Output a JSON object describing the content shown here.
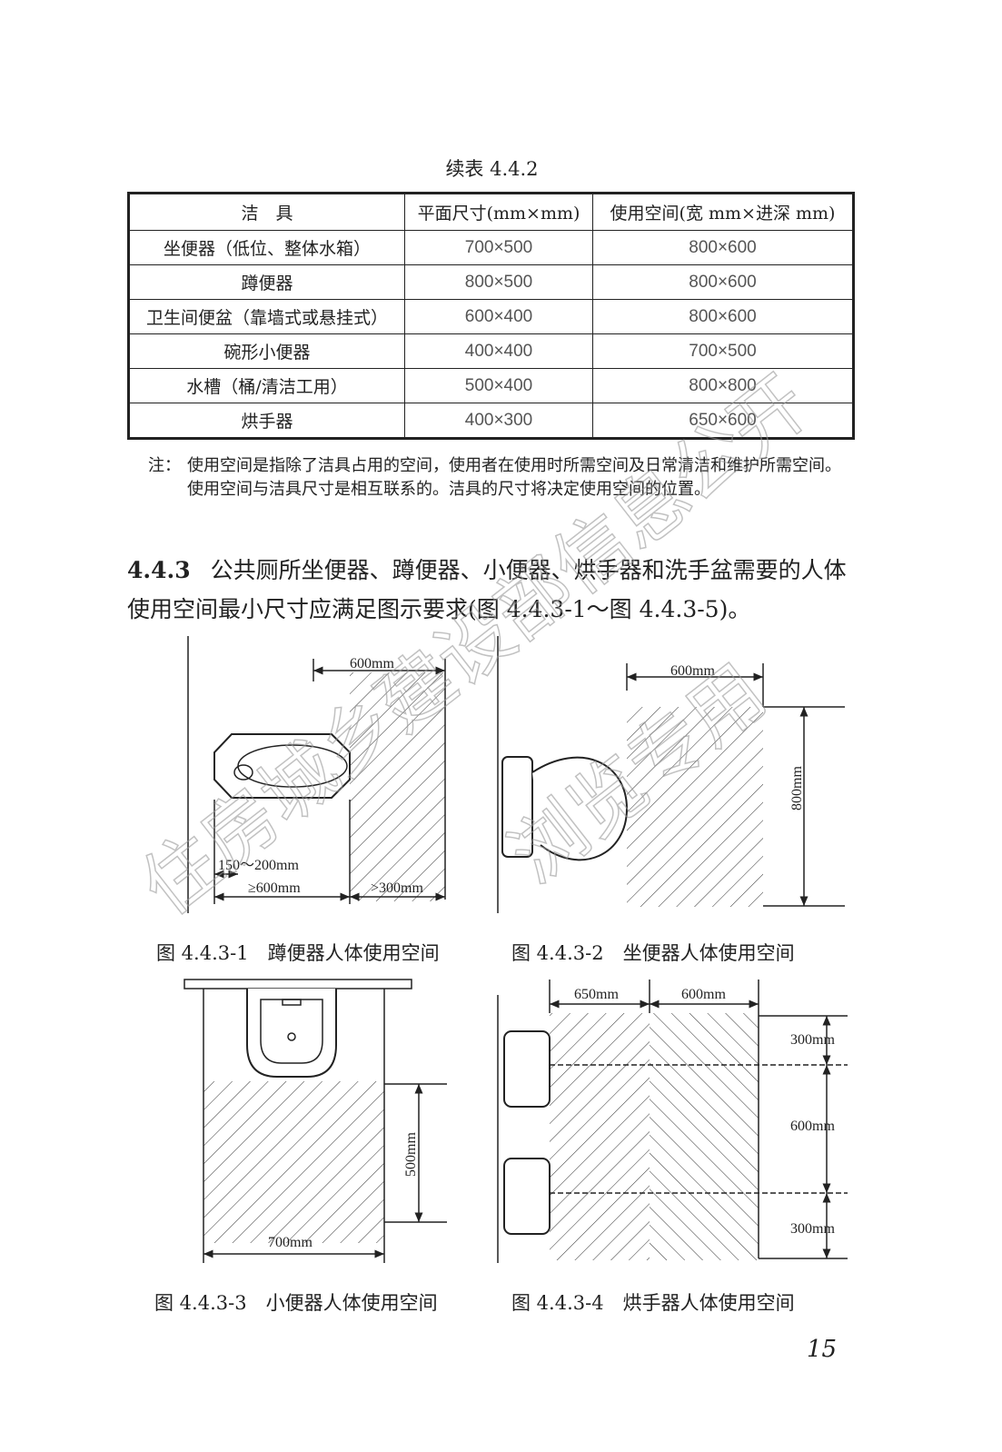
{
  "table": {
    "caption": "续表 4.4.2",
    "headers": [
      "洁　具",
      "平面尺寸(mm×mm)",
      "使用空间(宽 mm×进深 mm)"
    ],
    "rows": [
      [
        "坐便器（低位、整体水箱）",
        "700×500",
        "800×600"
      ],
      [
        "蹲便器",
        "800×500",
        "800×600"
      ],
      [
        "卫生间便盆（靠墙式或悬挂式）",
        "600×400",
        "800×600"
      ],
      [
        "碗形小便器",
        "400×400",
        "700×500"
      ],
      [
        "水槽（桶/清洁工用）",
        "500×400",
        "800×800"
      ],
      [
        "烘手器",
        "400×300",
        "650×600"
      ]
    ]
  },
  "note": {
    "label": "注：",
    "text": "使用空间是指除了洁具占用的空间，使用者在使用时所需空间及日常清洁和维护所需空间。使用空间与洁具尺寸是相互联系的。洁具的尺寸将决定使用空间的位置。"
  },
  "section": {
    "number": "4.4.3",
    "text": "公共厕所坐便器、蹲便器、小便器、烘手器和洗手盆需要的人体使用空间最小尺寸应满足图示要求(图 4.4.3-1～图 4.4.3-5)。"
  },
  "figures": [
    {
      "caption": "图 4.4.3-1　蹲便器人体使用空间",
      "dims": [
        "600mm",
        "150～200mm",
        "≥600mm",
        ">300mm"
      ]
    },
    {
      "caption": "图 4.4.3-2　坐便器人体使用空间",
      "dims": [
        "600mm",
        "800mm"
      ]
    },
    {
      "caption": "图 4.4.3-3　小便器人体使用空间",
      "dims": [
        "500mm",
        "700mm"
      ]
    },
    {
      "caption": "图 4.4.3-4　烘手器人体使用空间",
      "dims": [
        "650mm",
        "600mm",
        "300mm",
        "600mm",
        "300mm"
      ]
    }
  ],
  "watermark": [
    "住房城乡建设部信息公开",
    "浏览专用"
  ],
  "page_number": "15"
}
